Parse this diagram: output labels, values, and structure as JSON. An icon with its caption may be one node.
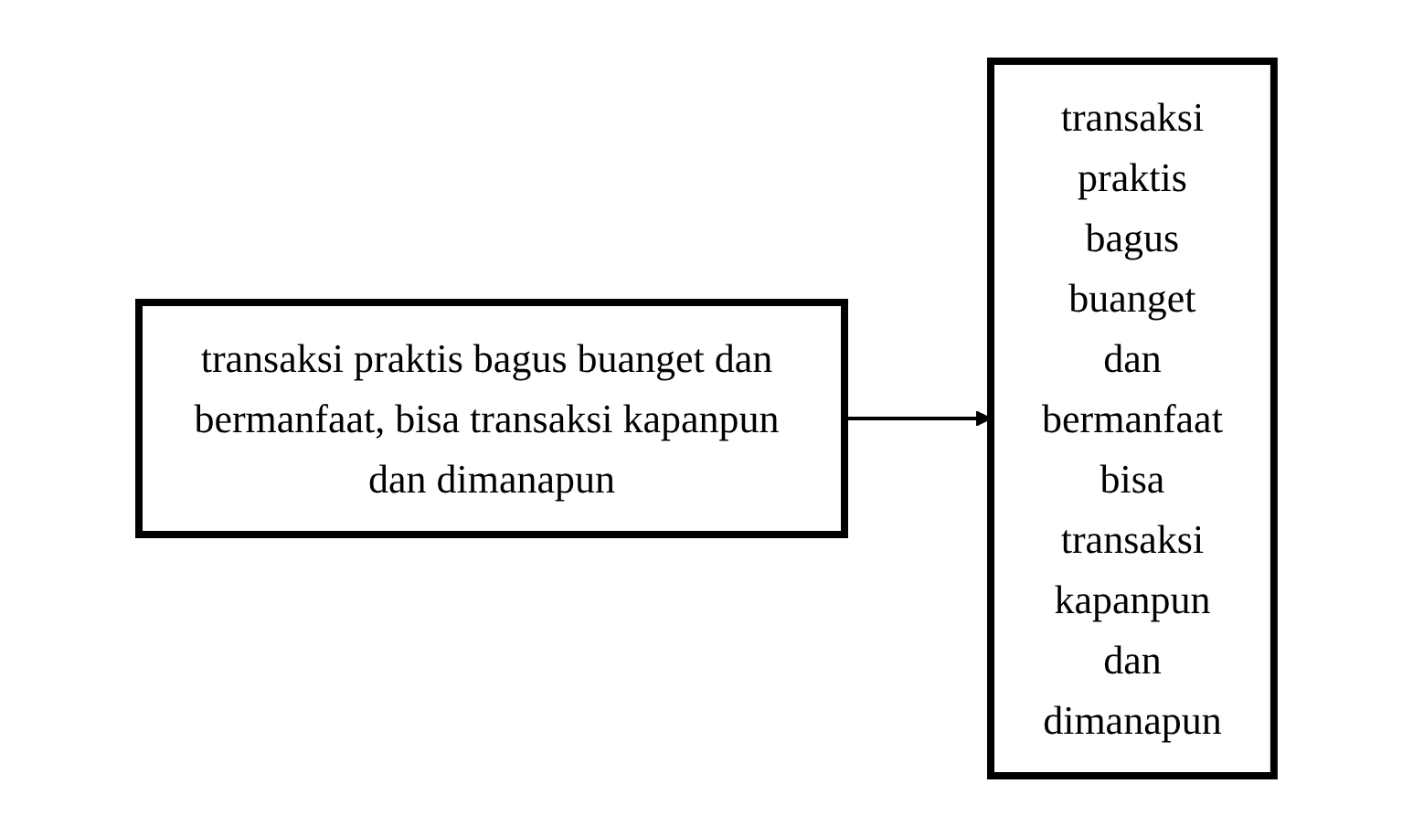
{
  "diagram": {
    "nodes": [
      {
        "text": [
          "transaksi praktis bagus buanget dan bermanfaat, bisa transaksi kapanpun dan dimanapun"
        ]
      },
      {
        "text": [
          "transaksi praktis bagus buanget dan bermanfaat bisa transaksi kapanpun dan dimanapun"
        ]
      }
    ],
    "edges": [
      {
        "from": 0,
        "to": 1,
        "arrow": "to"
      }
    ]
  }
}
